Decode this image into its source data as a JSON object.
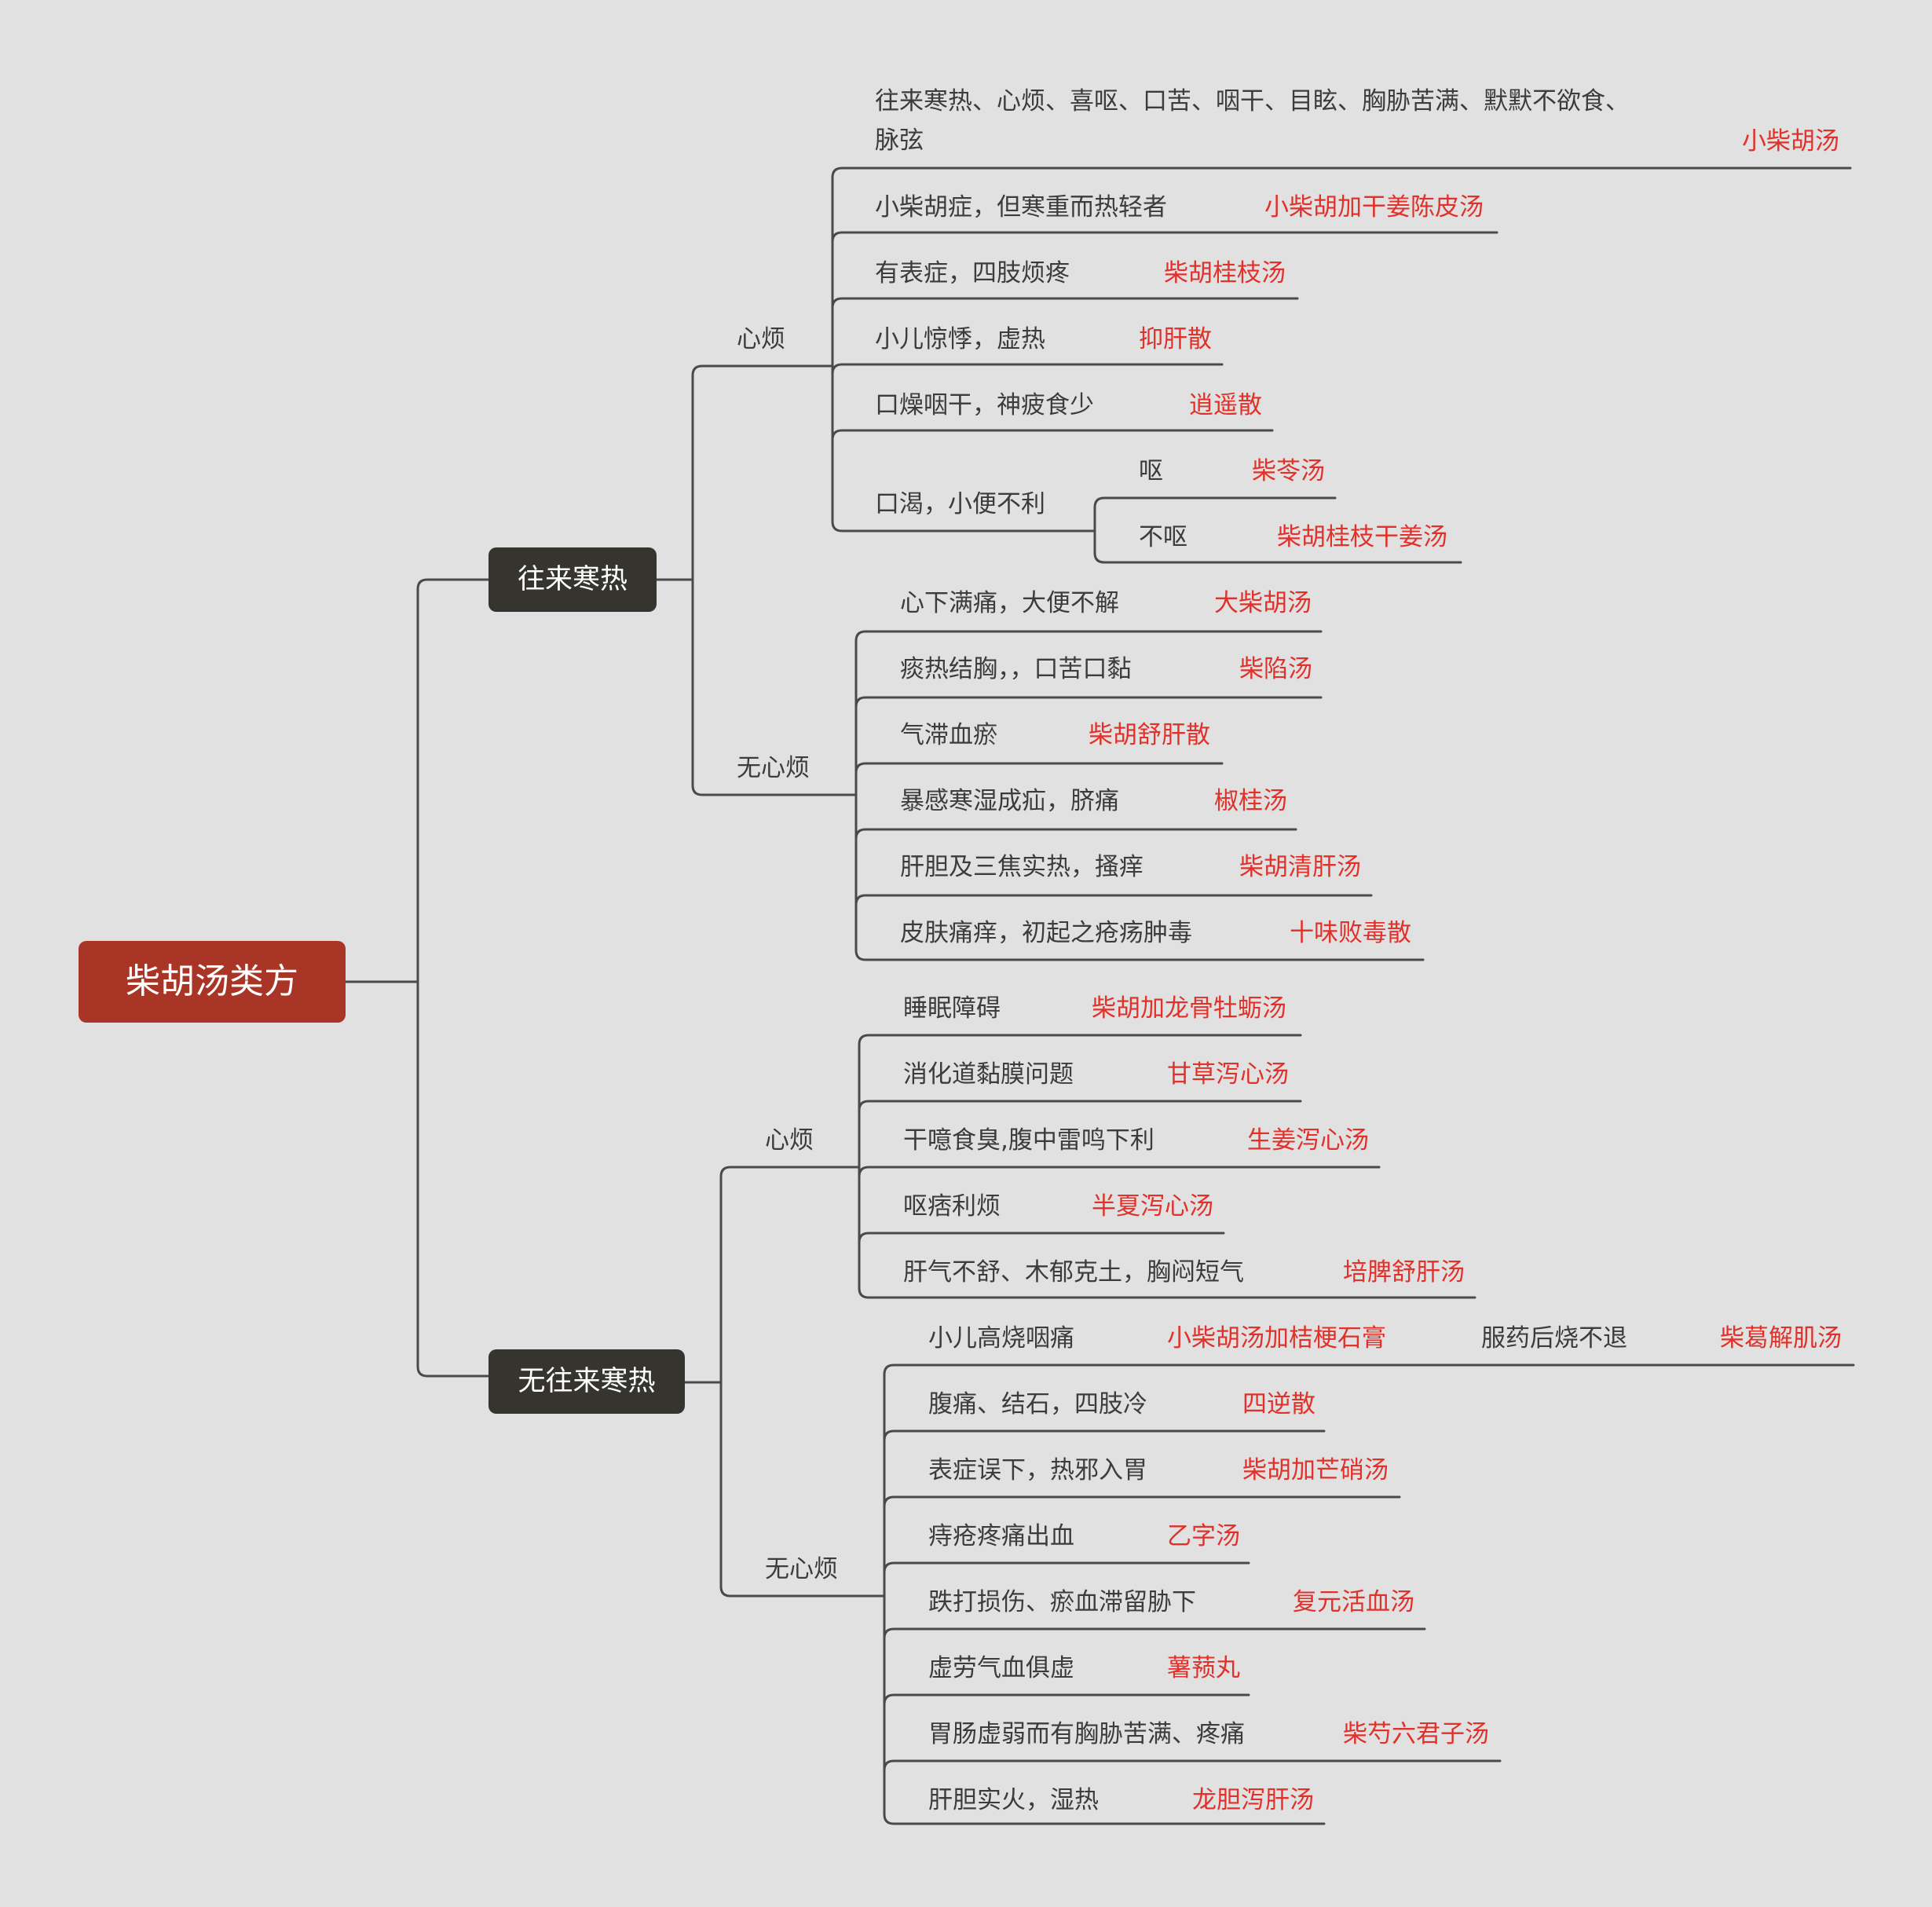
{
  "root": {
    "label": "柴胡汤类方"
  },
  "branches": [
    {
      "label": "往来寒热",
      "groups": [
        {
          "label": "心烦",
          "items": [
            {
              "symptom": "往来寒热、心烦、喜呕、口苦、咽干、目眩、胸胁苦满、默默不欲食、脉弦",
              "formula": "小柴胡汤"
            },
            {
              "symptom": "小柴胡症，但寒重而热轻者",
              "formula": "小柴胡加干姜陈皮汤"
            },
            {
              "symptom": "有表症，四肢烦疼",
              "formula": "柴胡桂枝汤"
            },
            {
              "symptom": "小儿惊悸，虚热",
              "formula": "抑肝散"
            },
            {
              "symptom": "口燥咽干，神疲食少",
              "formula": "逍遥散"
            },
            {
              "symptom": "口渴，小便不利",
              "subs": [
                {
                  "label": "呕",
                  "formula": "柴苓汤"
                },
                {
                  "label": "不呕",
                  "formula": "柴胡桂枝干姜汤"
                }
              ]
            }
          ]
        },
        {
          "label": "无心烦",
          "items": [
            {
              "symptom": "心下满痛，大便不解",
              "formula": "大柴胡汤"
            },
            {
              "symptom": "痰热结胸，，口苦口黏",
              "formula": "柴陷汤"
            },
            {
              "symptom": "气滞血瘀",
              "formula": "柴胡舒肝散"
            },
            {
              "symptom": "暴感寒湿成疝，脐痛",
              "formula": "椒桂汤"
            },
            {
              "symptom": "肝胆及三焦实热，搔痒",
              "formula": "柴胡清肝汤"
            },
            {
              "symptom": "皮肤痛痒，初起之疮疡肿毒",
              "formula": "十味败毒散"
            }
          ]
        }
      ]
    },
    {
      "label": "无往来寒热",
      "groups": [
        {
          "label": "心烦",
          "items": [
            {
              "symptom": "睡眠障碍",
              "formula": "柴胡加龙骨牡蛎汤"
            },
            {
              "symptom": "消化道黏膜问题",
              "formula": "甘草泻心汤"
            },
            {
              "symptom": "干噫食臭,腹中雷鸣下利",
              "formula": "生姜泻心汤"
            },
            {
              "symptom": "呕痞利烦",
              "formula": "半夏泻心汤"
            },
            {
              "symptom": "肝气不舒、木郁克土，胸闷短气",
              "formula": "培脾舒肝汤"
            }
          ]
        },
        {
          "label": "无心烦",
          "items": [
            {
              "symptom": "小儿高烧咽痛",
              "formula": "小柴胡汤加桔梗石膏",
              "next": "服药后烧不退",
              "next_formula": "柴葛解肌汤"
            },
            {
              "symptom": "腹痛、结石，四肢冷",
              "formula": "四逆散"
            },
            {
              "symptom": "表症误下，热邪入胃",
              "formula": "柴胡加芒硝汤"
            },
            {
              "symptom": "痔疮疼痛出血",
              "formula": "乙字汤"
            },
            {
              "symptom": "跌打损伤、瘀血滞留胁下",
              "formula": "复元活血汤"
            },
            {
              "symptom": "虚劳气血俱虚",
              "formula": "薯蓣丸"
            },
            {
              "symptom": "胃肠虚弱而有胸胁苦满、疼痛",
              "formula": "柴芍六君子汤"
            },
            {
              "symptom": "肝胆实火，湿热",
              "formula": "龙胆泻肝汤"
            }
          ]
        }
      ]
    }
  ],
  "colors": {
    "background": "#e1e1e1",
    "line": "#4a4a4a",
    "root_fill": "#a93526",
    "main_fill": "#35342e",
    "formula_text": "#e0312a",
    "text": "#3c3c3c"
  }
}
